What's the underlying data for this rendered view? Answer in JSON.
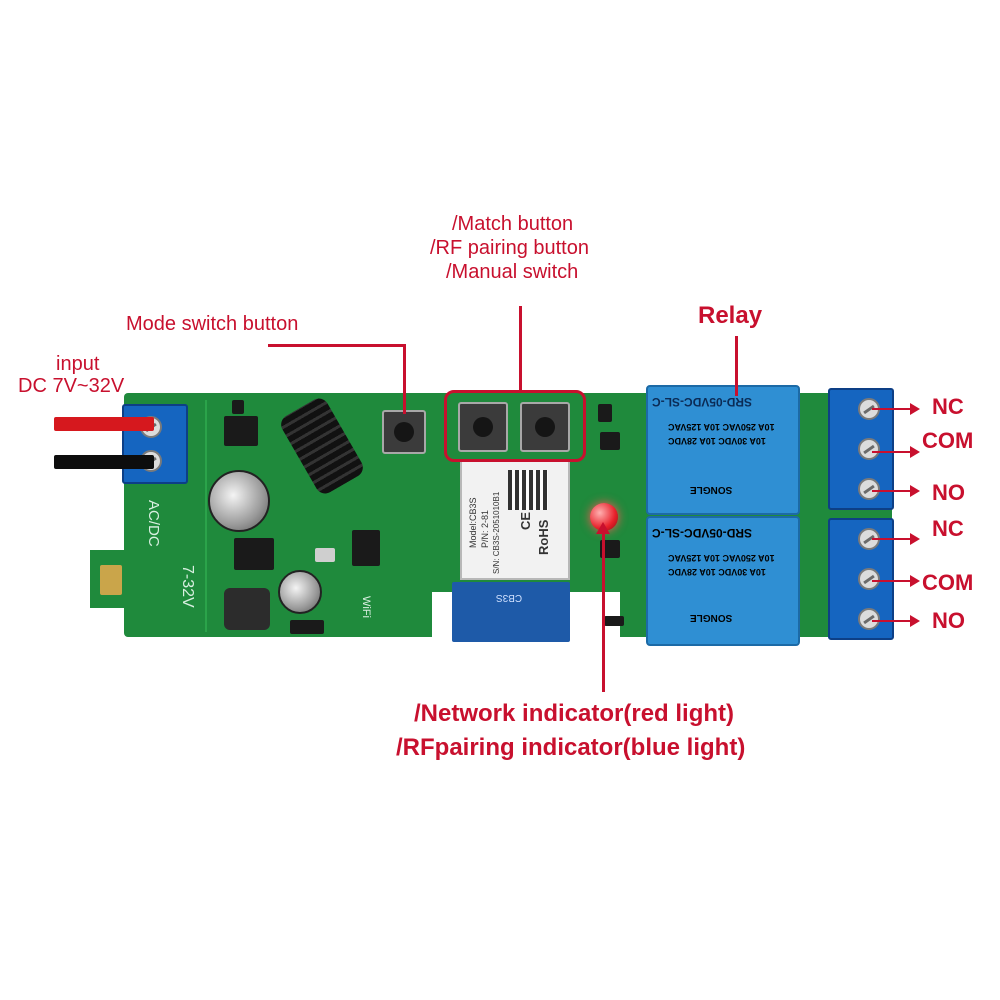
{
  "labels": {
    "input_line1": "input",
    "input_line2": "DC 7V~32V",
    "mode_switch": "Mode switch button",
    "match_line1": "/Match button",
    "match_line2": "/RF pairing button",
    "match_line3": "/Manual switch",
    "relay": "Relay",
    "network_line1": "/Network indicator(red light)",
    "network_line2": "/RFpairing indicator(blue light)"
  },
  "terminals": {
    "relay1": [
      "NC",
      "COM",
      "NO"
    ],
    "relay2": [
      "NC",
      "COM",
      "NO"
    ]
  },
  "board": {
    "relay_top_print": "SRD-05VDC-SL-C",
    "relay_rating1": "10A 250VAC  10A 125VAC",
    "relay_rating2": "10A 30VDC  10A 28VDC",
    "relay_brand": "SONGLE",
    "module_model": "Model:CB3S",
    "module_pn": "P/N: 2-81",
    "module_sn": "S/N: CB3S-2051010B1",
    "module_ce": "CE",
    "module_rohs": "RoHS",
    "module_antenna": "CB3S",
    "silk_acdc": "AC/DC",
    "silk_voltage": "7-32V",
    "silk_wifi": "WiFi"
  },
  "colors": {
    "label": "#c8102e",
    "pcb": "#1f8a3c",
    "terminal": "#1565c0",
    "relay": "#2f8fd3"
  }
}
